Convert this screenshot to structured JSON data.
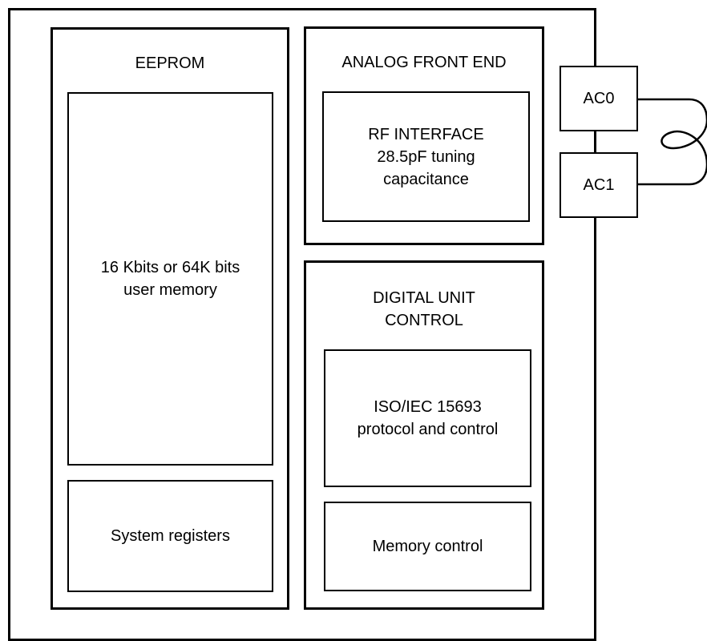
{
  "eeprom": {
    "title": "EEPROM",
    "user_memory": "16 Kbits or 64K bits\nuser memory",
    "system_registers": "System registers"
  },
  "analog_front_end": {
    "title": "ANALOG FRONT END",
    "rf_interface": "RF INTERFACE\n28.5pF tuning\ncapacitance"
  },
  "digital_unit": {
    "title": "DIGITAL UNIT\nCONTROL",
    "protocol": "ISO/IEC 15693\nprotocol and control",
    "memory_control": "Memory control"
  },
  "pins": {
    "ac0": "AC0",
    "ac1": "AC1"
  }
}
